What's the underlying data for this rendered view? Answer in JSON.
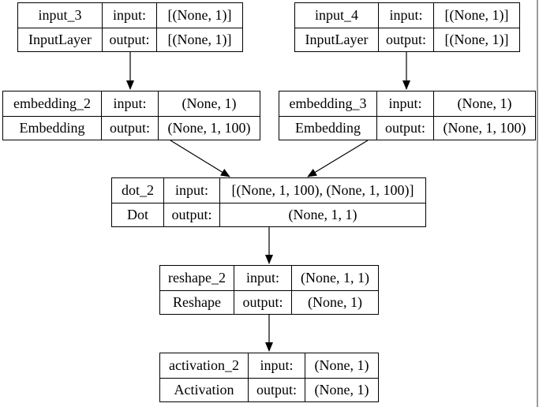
{
  "labels": {
    "input": "input:",
    "output": "output:"
  },
  "nodes": {
    "input_3": {
      "name": "input_3",
      "type": "InputLayer",
      "input_shape": "[(None, 1)]",
      "output_shape": "[(None, 1)]"
    },
    "input_4": {
      "name": "input_4",
      "type": "InputLayer",
      "input_shape": "[(None, 1)]",
      "output_shape": "[(None, 1)]"
    },
    "embedding_2": {
      "name": "embedding_2",
      "type": "Embedding",
      "input_shape": "(None, 1)",
      "output_shape": "(None, 1, 100)"
    },
    "embedding_3": {
      "name": "embedding_3",
      "type": "Embedding",
      "input_shape": "(None, 1)",
      "output_shape": "(None, 1, 100)"
    },
    "dot_2": {
      "name": "dot_2",
      "type": "Dot",
      "input_shape": "[(None, 1, 100), (None, 1, 100)]",
      "output_shape": "(None, 1, 1)"
    },
    "reshape_2": {
      "name": "reshape_2",
      "type": "Reshape",
      "input_shape": "(None, 1, 1)",
      "output_shape": "(None, 1)"
    },
    "activation_2": {
      "name": "activation_2",
      "type": "Activation",
      "input_shape": "(None, 1)",
      "output_shape": "(None, 1)"
    }
  },
  "edges": [
    {
      "from": "input_3",
      "to": "embedding_2"
    },
    {
      "from": "input_4",
      "to": "embedding_3"
    },
    {
      "from": "embedding_2",
      "to": "dot_2"
    },
    {
      "from": "embedding_3",
      "to": "dot_2"
    },
    {
      "from": "dot_2",
      "to": "reshape_2"
    },
    {
      "from": "reshape_2",
      "to": "activation_2"
    }
  ],
  "colors": {
    "node_border": "#000000",
    "node_background": "#ffffff",
    "text": "#000000",
    "edge": "#000000",
    "canvas": "#ffffff",
    "frame_right_edge": "#9b9b9b"
  }
}
